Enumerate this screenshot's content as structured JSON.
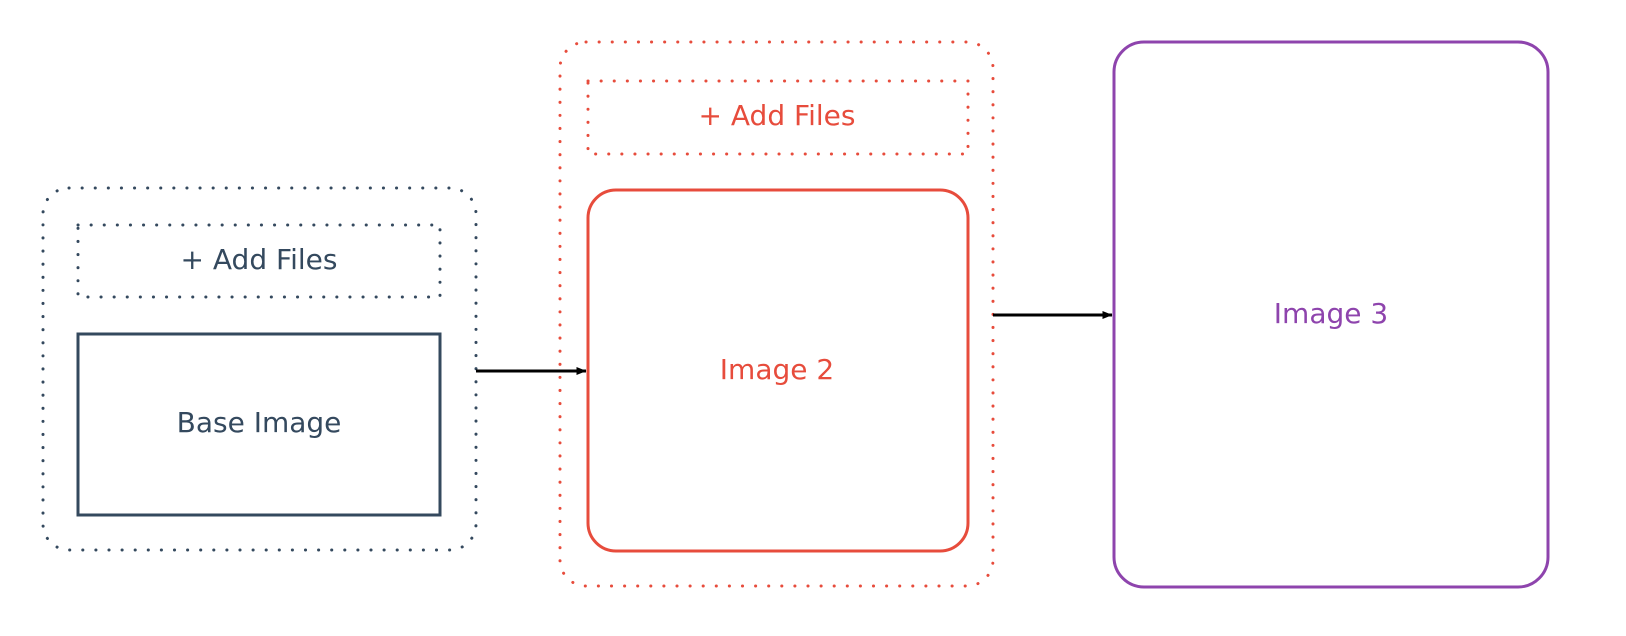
{
  "colors": {
    "base": "#34495e",
    "image2": "#e74c3c",
    "image3": "#8e44ad",
    "arrow": "#000000"
  },
  "groups": {
    "base": {
      "add_files_label": "+ Add Files",
      "image_label": "Base Image"
    },
    "image2": {
      "add_files_label": "+ Add Files",
      "image_label": "Image 2"
    },
    "image3": {
      "image_label": "Image 3"
    }
  }
}
